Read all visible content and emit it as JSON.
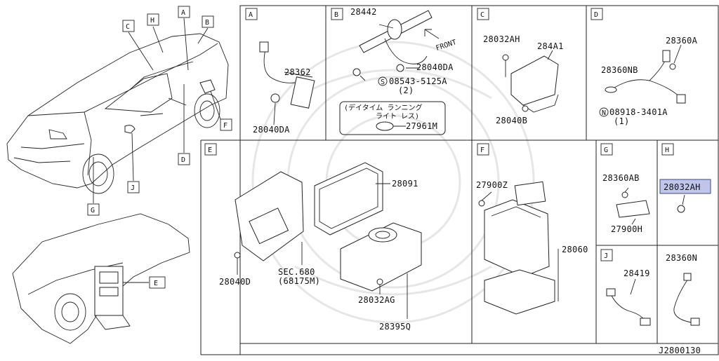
{
  "diagram_code": "J2800130",
  "highlight_color": "#bfc6ea",
  "overview_labels": [
    "A",
    "B",
    "C",
    "D",
    "E",
    "F",
    "G",
    "H",
    "J"
  ],
  "sections": {
    "A": {
      "letter": "A",
      "parts": [
        "28362",
        "28040DA"
      ]
    },
    "B": {
      "letter": "B",
      "parts": [
        "28442",
        "FRONT",
        "28040DA",
        "08543-5125A",
        "(2)",
        "(デイタイム ランニング",
        "ライト レス)",
        "27961M"
      ],
      "circle_mark": "S"
    },
    "C": {
      "letter": "C",
      "parts": [
        "28032AH",
        "284A1",
        "28040B"
      ]
    },
    "D": {
      "letter": "D",
      "parts": [
        "28360A",
        "28360NB",
        "08918-3401A",
        "(1)"
      ],
      "circle_mark": "N"
    },
    "E": {
      "letter": "E",
      "parts": [
        "28091",
        "28040D",
        "SEC.680",
        "(68175M)",
        "28032AG",
        "28395Q"
      ]
    },
    "F": {
      "letter": "F",
      "parts": [
        "27900Z",
        "28060"
      ]
    },
    "G": {
      "letter": "G",
      "parts": [
        "28360AB",
        "27900H"
      ]
    },
    "H": {
      "letter": "H",
      "parts": [
        "28032AH"
      ]
    },
    "J": {
      "letter": "J",
      "parts": [
        "28419"
      ]
    },
    "N": {
      "letter": "",
      "parts": [
        "28360N"
      ]
    }
  }
}
